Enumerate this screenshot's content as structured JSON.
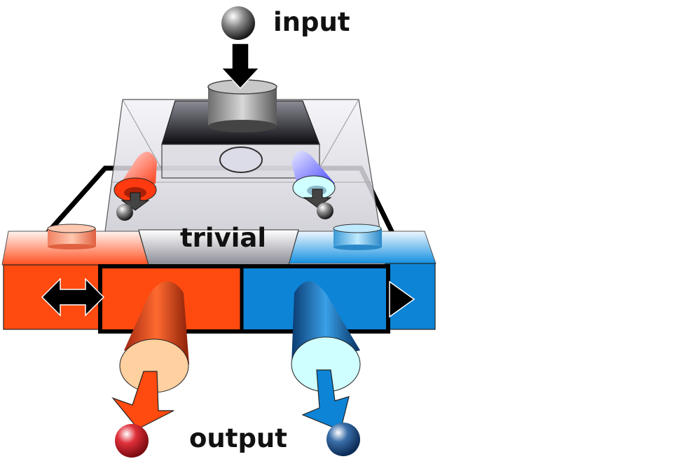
{
  "labels": {
    "input": "input",
    "trivial": "trivial",
    "output": "output"
  },
  "colors": {
    "warm": "#ff4a10",
    "cool": "#0e84d6",
    "outline": "#000000",
    "glass": "#e6e6ee",
    "peach": "#ffd0a0",
    "aqua": "#cfffff"
  }
}
